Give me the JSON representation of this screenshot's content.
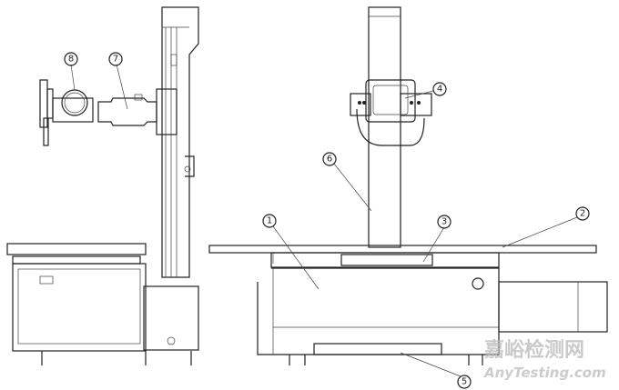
{
  "diagram": {
    "labels": {
      "l1": "1",
      "l2": "2",
      "l3": "3",
      "l4": "4",
      "l5": "5",
      "l6": "6",
      "l7": "7",
      "l8": "8"
    }
  },
  "watermark": {
    "cn": "嘉峪检测网",
    "en": "AnyTesting.com"
  }
}
